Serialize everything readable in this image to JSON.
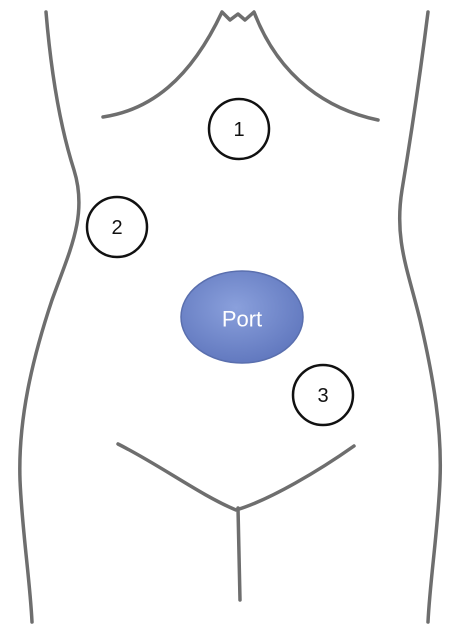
{
  "port": {
    "label": "Port",
    "fill": "#6f86c9",
    "stroke": "#5a6fae"
  },
  "markers": [
    {
      "label": "1"
    },
    {
      "label": "2"
    },
    {
      "label": "3"
    }
  ],
  "colors": {
    "outline": "#6e6e6e",
    "marker_stroke": "#111111",
    "background": "#ffffff"
  }
}
